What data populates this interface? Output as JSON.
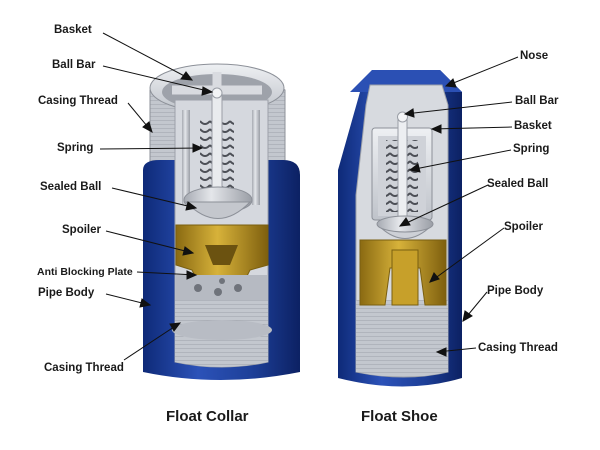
{
  "float_collar": {
    "caption": "Float Collar",
    "labels": {
      "basket": "Basket",
      "ball_bar": "Ball Bar",
      "casing_thread_top": "Casing Thread",
      "spring": "Spring",
      "sealed_ball": "Sealed Ball",
      "spoiler": "Spoiler",
      "anti_blocking_plate": "Anti Blocking Plate",
      "pipe_body": "Pipe Body",
      "casing_thread_bottom": "Casing Thread"
    }
  },
  "float_shoe": {
    "caption": "Float Shoe",
    "labels": {
      "nose": "Nose",
      "ball_bar": "Ball Bar",
      "basket": "Basket",
      "spring": "Spring",
      "sealed_ball": "Sealed Ball",
      "spoiler": "Spoiler",
      "pipe_body": "Pipe Body",
      "casing_thread": "Casing Thread"
    }
  },
  "colors": {
    "pipe_blue": "#1f3f9a",
    "pipe_blue_dark": "#102a70",
    "steel": "#c9ccd2",
    "steel_dark": "#8c9098",
    "brass": "#b8941e",
    "brass_dark": "#7a5f10",
    "spring": "#5a5d64"
  }
}
